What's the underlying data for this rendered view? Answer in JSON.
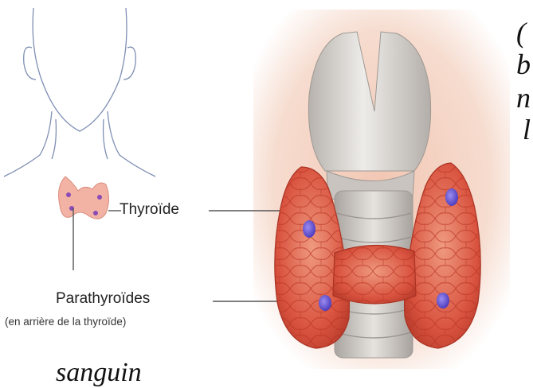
{
  "labels": {
    "thyroid": "Thyroïde",
    "parathyroid": "Parathyroïdes",
    "parathyroid_note": "(en arrière de la thyroïde)"
  },
  "text_fragments": {
    "right_edge": [
      "(",
      "b",
      "n",
      "l"
    ],
    "bottom": "sanguin"
  },
  "colors": {
    "thyroid_tissue": "#d9533f",
    "thyroid_light": "#ef9a80",
    "parathyroid_gland": "#6a5ad6",
    "cartilage": "#d9d6d2",
    "leader_line": "#555555",
    "figure_outline": "#7f8fb3"
  }
}
